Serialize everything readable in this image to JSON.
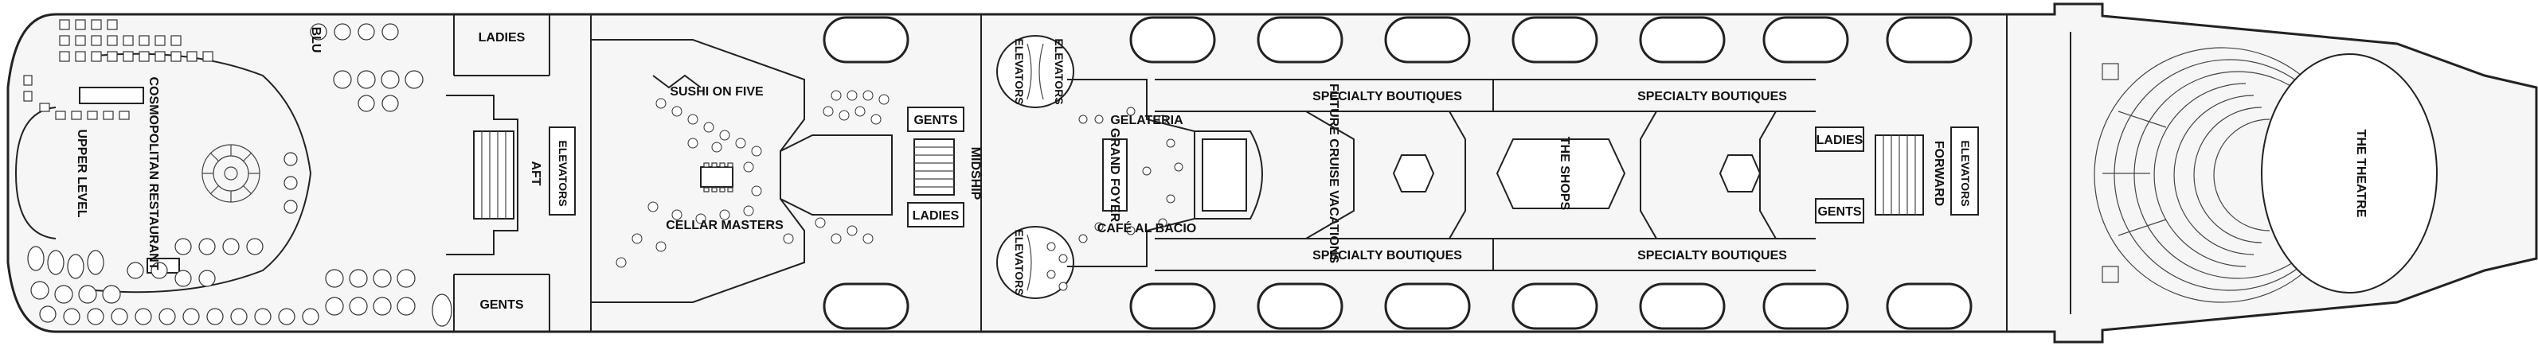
{
  "deck": {
    "labels": {
      "upper_level": "UPPER LEVEL",
      "cosmopolitan_restaurant": "COSMOPOLITAN RESTAURANT",
      "blu": "BLU",
      "ladies_aft": "LADIES",
      "gents_aft": "GENTS",
      "aft": "AFT",
      "elevators_aft": "ELEVATORS",
      "sushi_on_five": "SUSHI ON FIVE",
      "cellar_masters": "CELLAR MASTERS",
      "gents_mid": "GENTS",
      "ladies_mid": "LADIES",
      "midship": "MIDSHIP",
      "elevators_glass_top": "ELEVATORS",
      "elevators_glass_top2": "ELEVATORS",
      "elevators_glass_bottom": "ELEVATORS",
      "gelateria": "GELATERIA",
      "grand_foyer": "GRAND FOYER",
      "cafe_al_bacio": "CAFÉ AL BACIO",
      "future_cruise_vacations": "FUTURE CRUISE VACATIONS",
      "specialty_boutiques_top_left": "SPECIALTY BOUTIQUES",
      "specialty_boutiques_top_right": "SPECIALTY BOUTIQUES",
      "specialty_boutiques_bottom_left": "SPECIALTY BOUTIQUES",
      "specialty_boutiques_bottom_right": "SPECIALTY BOUTIQUES",
      "the_shops": "THE SHOPS",
      "ladies_fwd": "LADIES",
      "gents_fwd": "GENTS",
      "forward": "FORWARD",
      "elevators_fwd": "ELEVATORS",
      "the_theatre": "THE THEATRE"
    }
  }
}
